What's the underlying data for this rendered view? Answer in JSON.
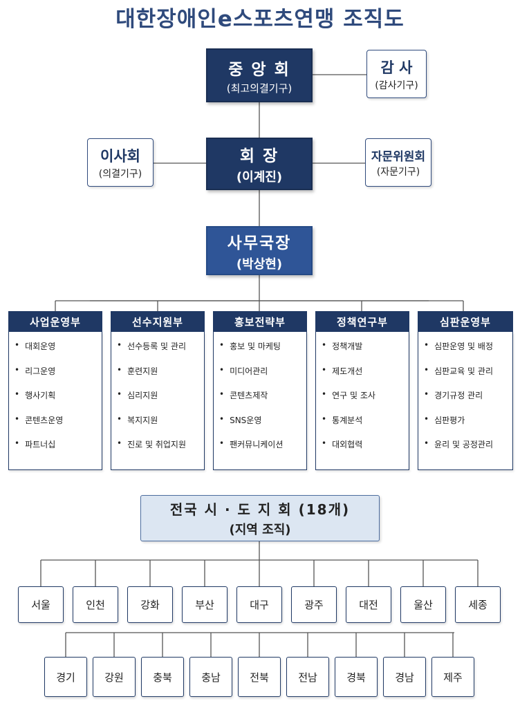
{
  "title": "대한장애인e스포츠연맹 조직도",
  "colors": {
    "navy": "#1f3864",
    "secretary": "#2f5597",
    "region_fill": "#dce6f2",
    "title": "#2f4a7c"
  },
  "central": {
    "name": "중 앙 회",
    "sub": "(최고의결기구)"
  },
  "audit": {
    "name": "감 사",
    "sub": "(감사기구)"
  },
  "board": {
    "name": "이사회",
    "sub": "(의결기구)"
  },
  "president": {
    "name": "회 장",
    "sub": "(이계진)"
  },
  "advisory": {
    "name": "자문위원회",
    "sub": "(자문기구)"
  },
  "secretary": {
    "name": "사무국장",
    "sub": "(박상현)"
  },
  "departments": [
    {
      "name": "사업운영부",
      "items": [
        "대회운영",
        "리그운영",
        "행사기획",
        "콘텐츠운영",
        "파트너십"
      ]
    },
    {
      "name": "선수지원부",
      "items": [
        "선수등록 및 관리",
        "훈련지원",
        "심리지원",
        "복지지원",
        "진로 및 취업지원"
      ]
    },
    {
      "name": "홍보전략부",
      "items": [
        "홍보 및 마케팅",
        "미디어관리",
        "콘텐츠제작",
        "SNS운영",
        "팬커뮤니케이션"
      ]
    },
    {
      "name": "정책연구부",
      "items": [
        "정책개발",
        "제도개선",
        "연구 및 조사",
        "통계분석",
        "대외협력"
      ]
    },
    {
      "name": "심판운영부",
      "items": [
        "심판운영 및 배정",
        "심판교육 및 관리",
        "경기규정 관리",
        "심판평가",
        "윤리 및 공정관리"
      ]
    }
  ],
  "bullet": "•",
  "regions": {
    "name": "전국 시 · 도 지 회 (18개)",
    "sub": "(지역 조직)",
    "row1": [
      "서울",
      "인천",
      "강화",
      "부산",
      "대구",
      "광주",
      "대전",
      "울산",
      "세종"
    ],
    "row2": [
      "경기",
      "강원",
      "충북",
      "충남",
      "전북",
      "전남",
      "경북",
      "경남",
      "제주"
    ]
  }
}
